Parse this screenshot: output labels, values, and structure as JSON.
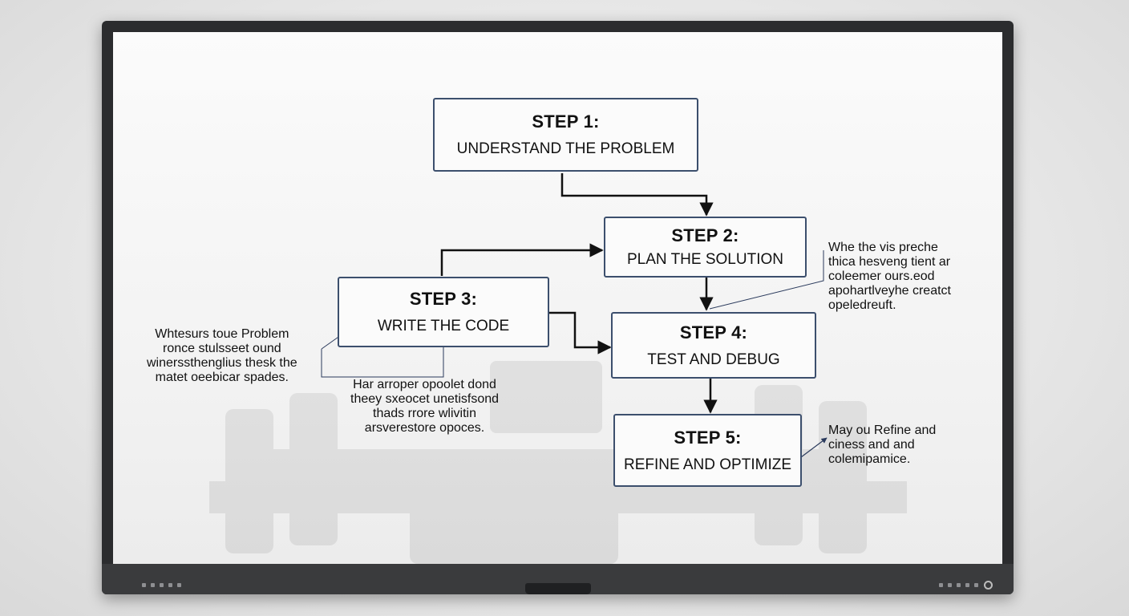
{
  "diagram": {
    "steps": [
      {
        "step": "STEP 1:",
        "label": "UNDERSTAND THE PROBLEM"
      },
      {
        "step": "STEP 2:",
        "label": "PLAN THE SOLUTION"
      },
      {
        "step": "STEP 3:",
        "label": "WRITE THE CODE"
      },
      {
        "step": "STEP 4:",
        "label": "TEST AND DEBUG"
      },
      {
        "step": "STEP 5:",
        "label": "REFINE AND OPTIMIZE"
      }
    ],
    "notes": {
      "left": [
        "Whtesurs toue Problem",
        "ronce stulsseet ound",
        "winerssthenglius thesk the",
        "matet oeebicar spades."
      ],
      "middle": [
        "Har arroper opoolet dond",
        "theey sxeocet unetisfsond",
        "thads rrore wlivitin",
        "arsverestore opoces."
      ],
      "right_top": [
        "Whe the vis preche",
        "thica hesveng tient ar",
        "coleemer ours.eod",
        "apohartlveyhe creatct",
        "opeledreuft."
      ],
      "right_bottom": [
        "May ou Refine and",
        "ciness and and",
        "colemipamice."
      ]
    }
  },
  "colors": {
    "box_border": "#3c4f6d",
    "arrow": "#111111",
    "bezel": "#2b2c2e"
  }
}
